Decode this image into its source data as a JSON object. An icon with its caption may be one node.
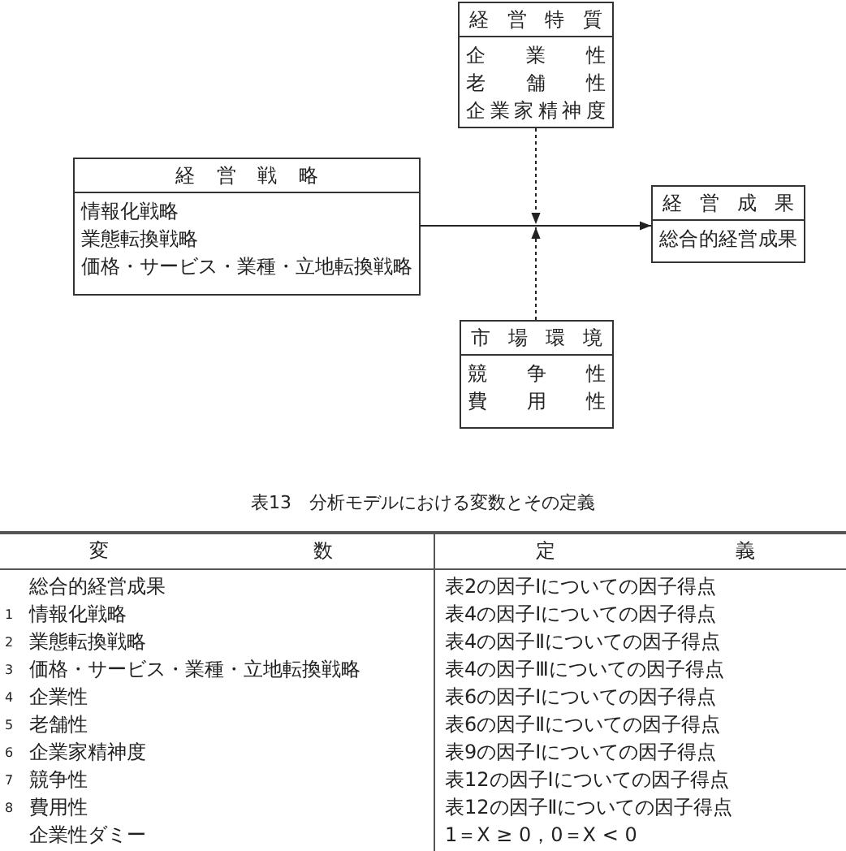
{
  "diagram": {
    "nodes": [
      {
        "text": [
          "経営特質",
          "企業性",
          "老舗性",
          "企業家精神度"
        ]
      },
      {
        "text": [
          "経営戦略",
          "情報化戦略",
          "業態転換戦略",
          "価格・サービス・業種・立地転換戦略"
        ]
      },
      {
        "text": [
          "経営成果",
          "総合的経営成果"
        ]
      },
      {
        "text": [
          "市場環境",
          "競争性",
          "費用性"
        ]
      }
    ],
    "edges": [
      {
        "from": 1,
        "to": 2,
        "arrow": "to"
      },
      {
        "from": 0,
        "to": null,
        "arrow": "to",
        "style": "dashed"
      },
      {
        "from": 3,
        "to": null,
        "arrow": "to",
        "style": "dashed"
      }
    ],
    "labels": [
      "表13　分析モデルにおける変数とその定義",
      "変数",
      "定義",
      "総合的経営成果",
      "表2の因子Ⅰについての因子得点",
      "1",
      "情報化戦略",
      "表4の因子Ⅰについての因子得点",
      "2",
      "業態転換戦略",
      "表4の因子Ⅱについての因子得点",
      "3",
      "価格・サービス・業種・立地転換戦略",
      "表4の因子Ⅲについての因子得点",
      "4",
      "企業性",
      "表6の因子Ⅰについての因子得点",
      "5",
      "老舗性",
      "表6の因子Ⅱについての因子得点",
      "6",
      "企業家精神度",
      "表9の因子Ⅰについての因子得点",
      "7",
      "競争性",
      "表12の因子Ⅰについての因子得点",
      "8",
      "費用性",
      "表12の因子Ⅱについての因子得点",
      "企業性ダミー",
      "1＝X ≥ 0，0＝X < 0"
    ]
  }
}
